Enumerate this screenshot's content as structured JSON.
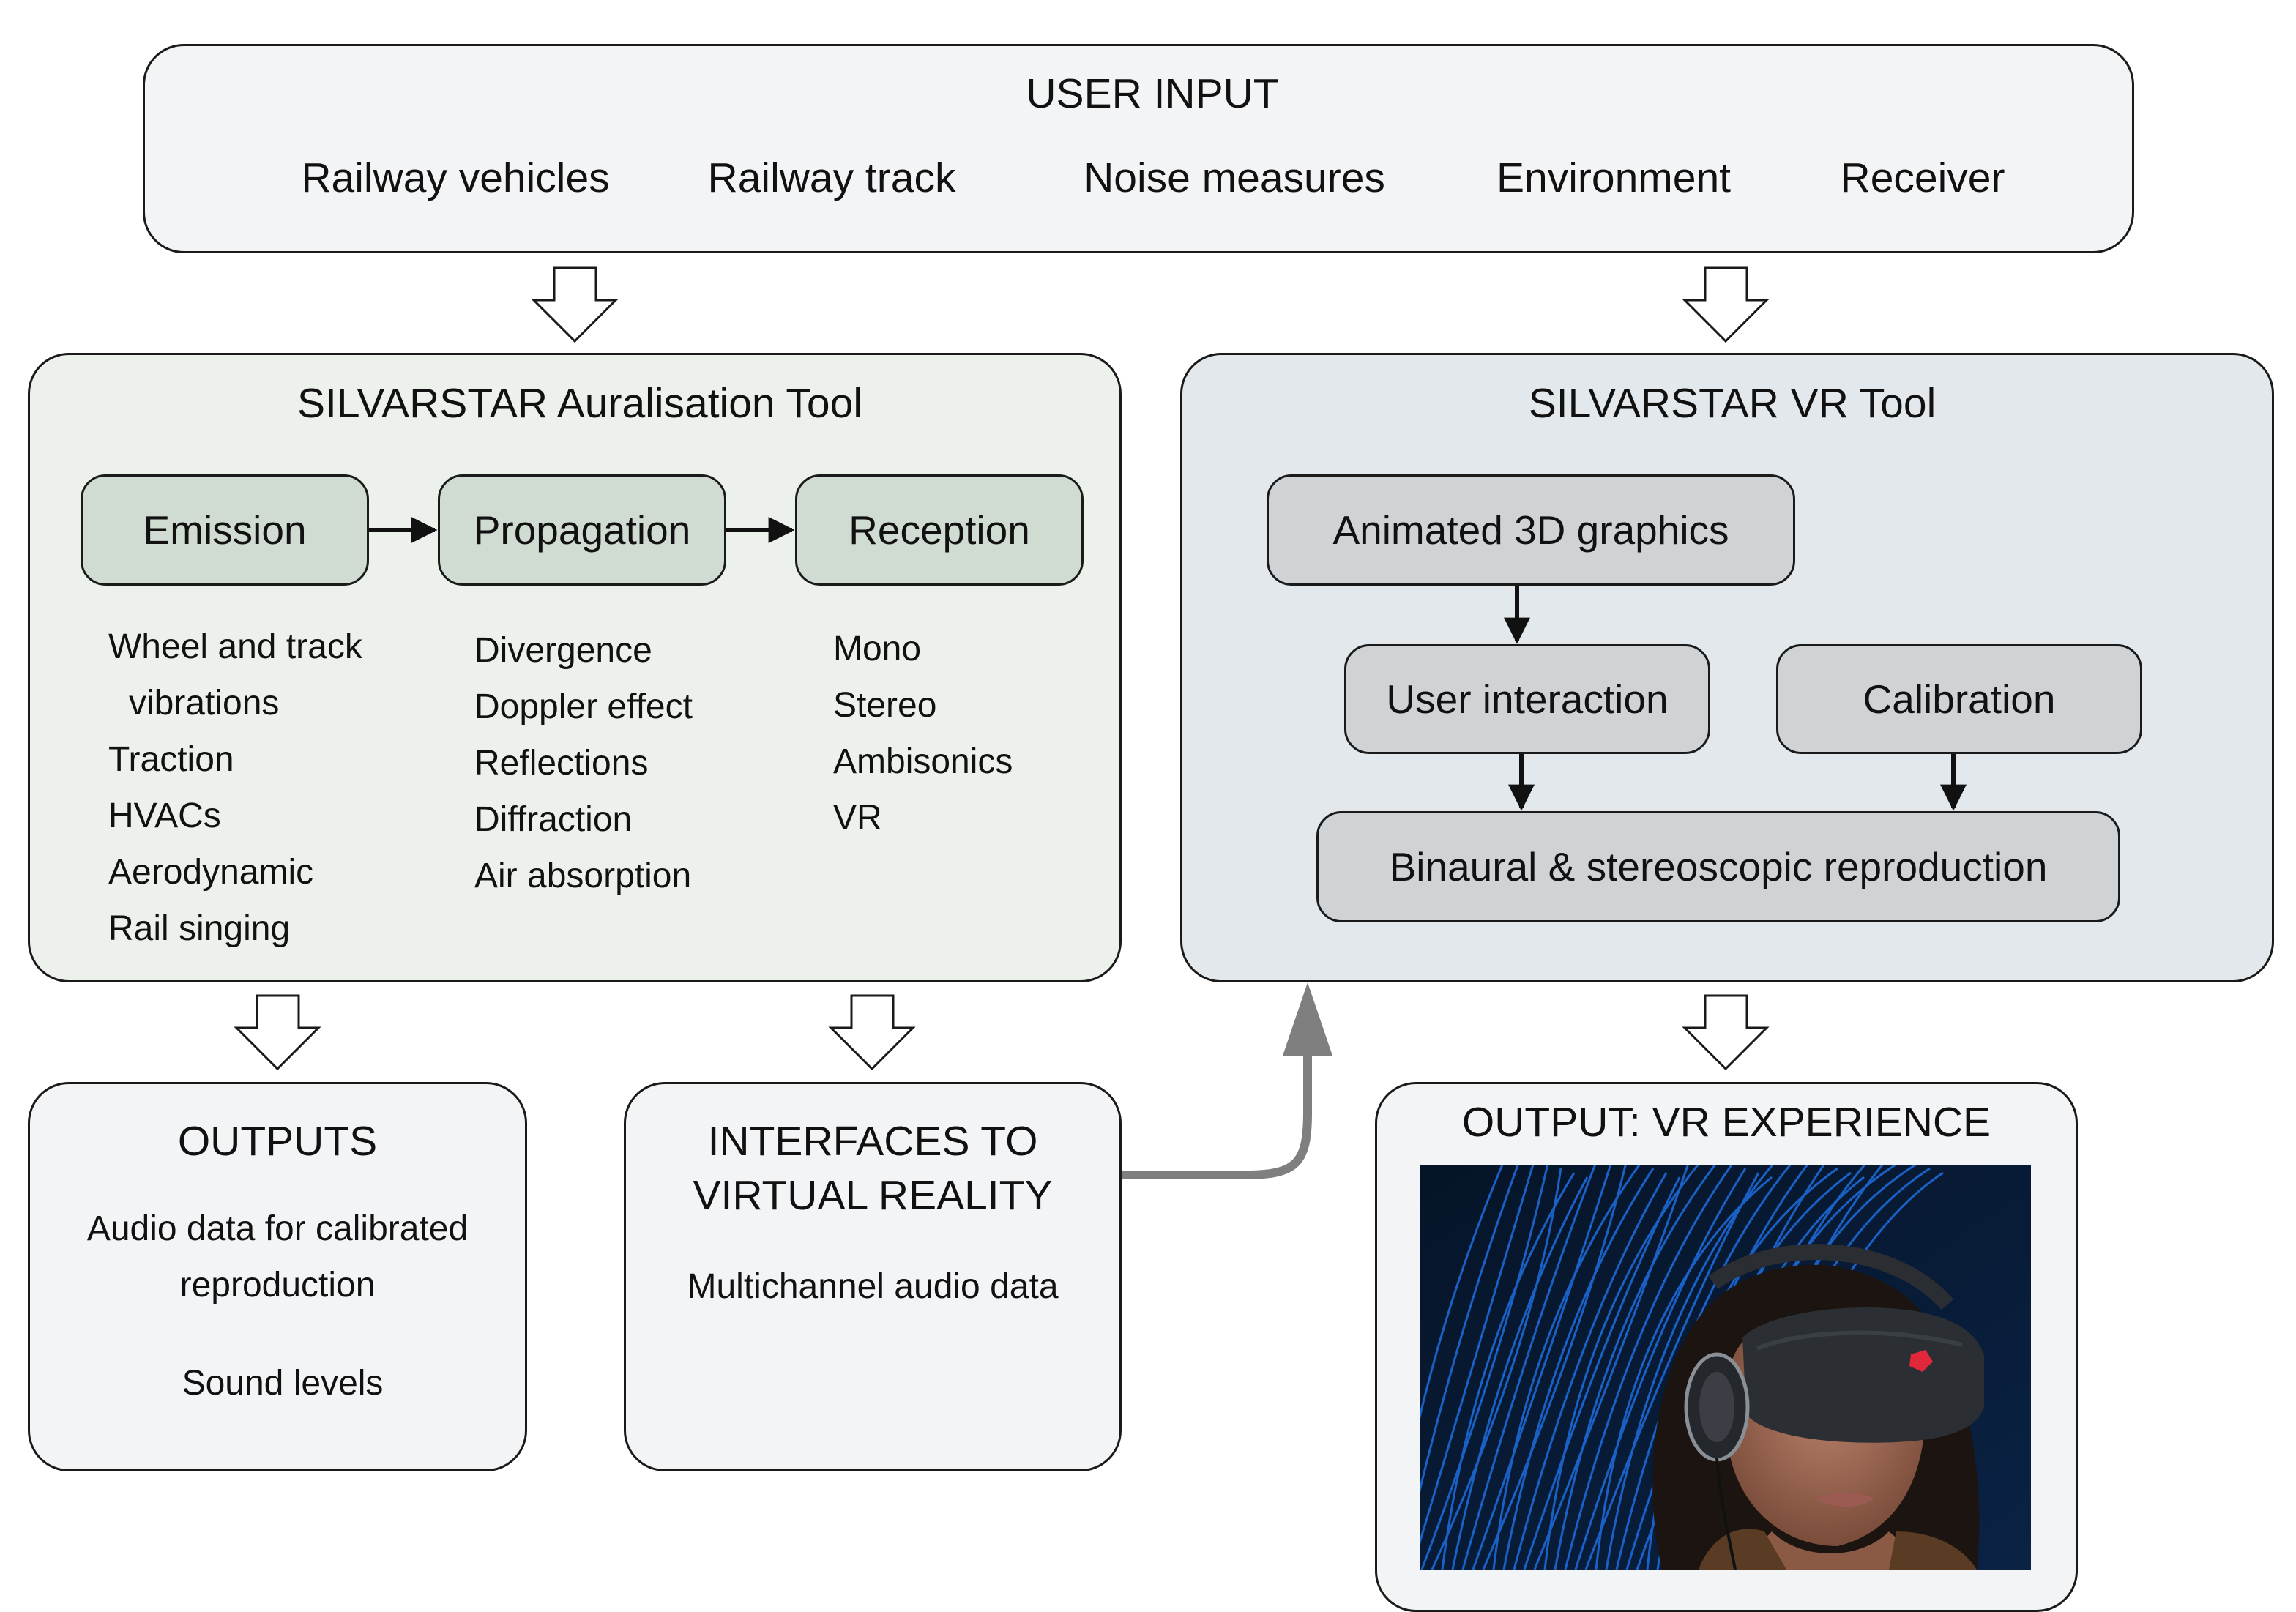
{
  "user_input": {
    "title": "USER INPUT",
    "items": [
      "Railway vehicles",
      "Railway track",
      "Noise measures",
      "Environment",
      "Receiver"
    ]
  },
  "auralisation": {
    "title": "SILVARSTAR Auralisation Tool",
    "stages": [
      "Emission",
      "Propagation",
      "Reception"
    ],
    "emission_items": [
      "Wheel and track",
      "vibrations",
      "Traction",
      "HVACs",
      "Aerodynamic",
      "Rail singing"
    ],
    "propagation_items": [
      "Divergence",
      "Doppler effect",
      "Reflections",
      "Diffraction",
      "Air absorption"
    ],
    "reception_items": [
      "Mono",
      "Stereo",
      "Ambisonics",
      "VR"
    ]
  },
  "vr_tool": {
    "title": "SILVARSTAR VR Tool",
    "animated": "Animated 3D graphics",
    "interaction": "User interaction",
    "calibration": "Calibration",
    "reproduction": "Binaural & stereoscopic reproduction"
  },
  "outputs": {
    "title": "OUTPUTS",
    "line1": "Audio data for calibrated",
    "line2": "reproduction",
    "line3": "Sound levels"
  },
  "interfaces": {
    "title_line1": "INTERFACES TO",
    "title_line2": "VIRTUAL REALITY",
    "body": "Multichannel audio data"
  },
  "vr_output": {
    "title": "OUTPUT: VR EXPERIENCE"
  },
  "colors": {
    "user_input_bg": "#f3f4f6",
    "auralisation_bg": "#ecf2eb",
    "auralisation_stage_bg": "#d0dbd1",
    "vr_tool_bg": "#e3e8ec",
    "vr_node_bg": "#cfd3d6",
    "output_bg": "#f3f4f6",
    "grey_arrow": "#7f7f7f"
  }
}
